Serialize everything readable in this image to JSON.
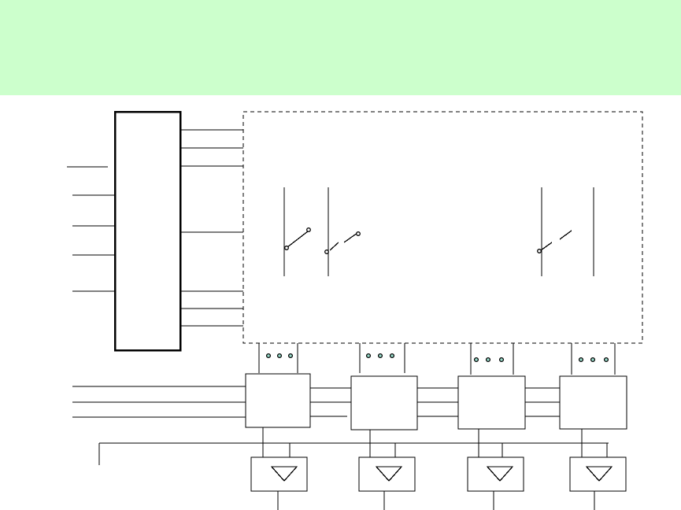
{
  "banner": {
    "color": "#ccffcc",
    "text": ""
  },
  "colors": {
    "background": "#ffffff",
    "stroke": "#000000",
    "dot_fill": "#99ddcc"
  },
  "diagram": {
    "interface_blocks": 4,
    "amplifier_symbol": "triangle-down-icon",
    "switch_symbol": "switch-icon",
    "dot_groups": 4,
    "dots_per_group": 3
  }
}
